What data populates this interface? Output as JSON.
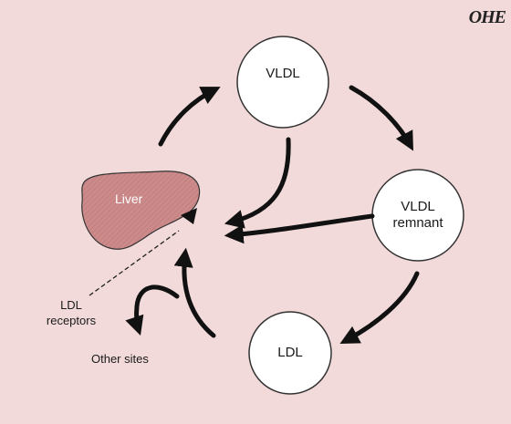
{
  "logo_text": "OHE",
  "nodes": {
    "vldl": {
      "label": "VLDL"
    },
    "vldl_remnant": {
      "line1": "VLDL",
      "line2": "remnant"
    },
    "ldl": {
      "label": "LDL"
    },
    "liver": {
      "label": "Liver"
    }
  },
  "labels": {
    "ldl_receptors_line1": "LDL",
    "ldl_receptors_line2": "receptors",
    "other_sites": "Other sites"
  },
  "colors": {
    "background": "#f1dad9",
    "liver_fill": "#cc8a8a",
    "node_fill": "#ffffff",
    "ink": "#111111"
  }
}
